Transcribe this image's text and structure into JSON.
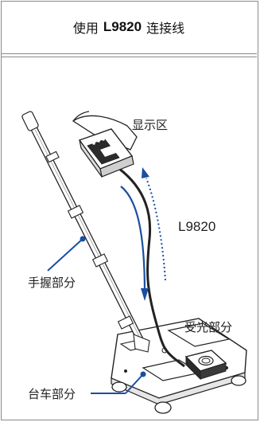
{
  "header": {
    "prefix": "使用",
    "model": "L9820",
    "suffix": "连接线"
  },
  "labels": {
    "display": "显示区",
    "cable": "L9820",
    "handle": "手握部分",
    "sensor": "受光部分",
    "cart": "台车部分"
  },
  "colors": {
    "callout_blue": "#1a4fa0",
    "outline": "#8a8a8a"
  }
}
